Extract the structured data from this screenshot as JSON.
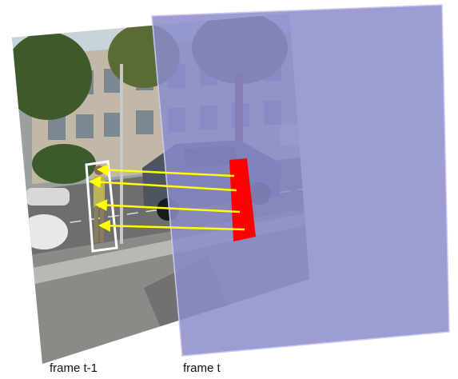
{
  "frames": {
    "previous_label": "frame t-1",
    "current_label": "frame t"
  },
  "colors": {
    "overlay_plane": "#8c8ccc",
    "overlay_border": "#c8c8ee",
    "arrow": "#ffff00",
    "target_region": "#ff0000",
    "bounding_box": "#ffffff"
  },
  "arrows": {
    "count": 4,
    "direction": "from red region in frame t to person in frame t-1"
  }
}
